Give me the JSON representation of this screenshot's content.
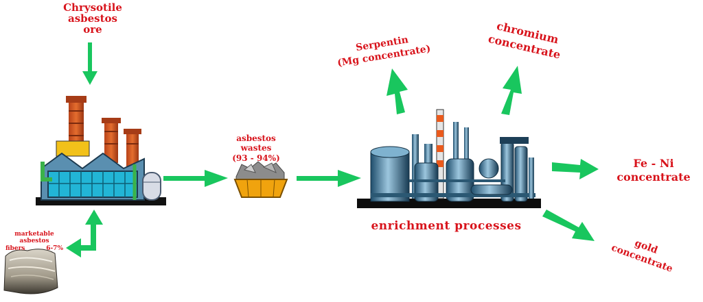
{
  "labels": {
    "ore": [
      "Chrysotile",
      "asbestos",
      "ore"
    ],
    "wastes": [
      "asbestos",
      "wastes",
      "(93 - 94%)"
    ],
    "marketable": [
      "marketable",
      "asbestos",
      "fibers",
      "6-7%"
    ],
    "enrichment": "enrichment processes",
    "serpentin": [
      "Serpentin",
      "(Mg concentrate)"
    ],
    "chromium": [
      "chromium",
      "concentrate"
    ],
    "feni": [
      "Fe - Ni",
      "concentrate"
    ],
    "gold": [
      "gold",
      "concentrate"
    ]
  },
  "colors": {
    "label_red": "#d8141c",
    "arrow_green": "#19c65e"
  },
  "icons": [
    "factory-icon",
    "waste-skip-icon",
    "refinery-icon",
    "asbestos-rock-icon"
  ]
}
